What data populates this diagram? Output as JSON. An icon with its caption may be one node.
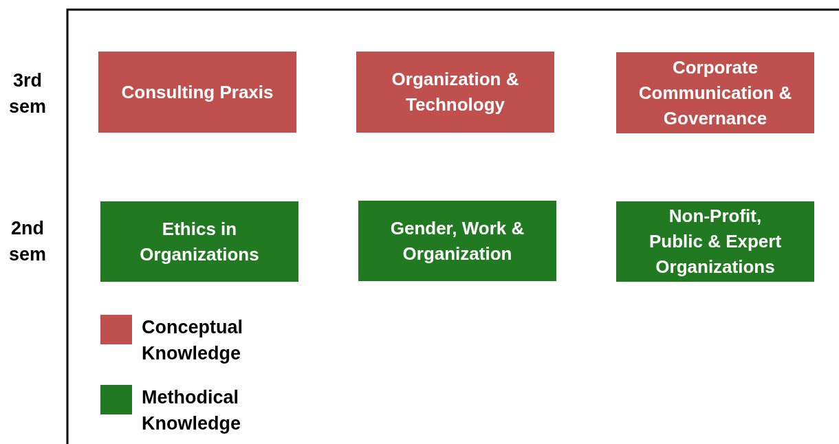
{
  "diagram": {
    "nodes": [
      {
        "text": [
          "Consulting Praxis"
        ]
      },
      {
        "text": [
          "Organization & Technology"
        ]
      },
      {
        "text": [
          "Corporate Communication & Governance"
        ]
      },
      {
        "text": [
          "Ethics in Organizations"
        ]
      },
      {
        "text": [
          "Gender, Work & Organization"
        ]
      },
      {
        "text": [
          "Non-Profit, Public & Expert Organizations"
        ]
      }
    ],
    "labels": [
      "3rd sem",
      "2nd sem"
    ],
    "legend": [
      {
        "text": "Conceptual Knowledge",
        "color": "#c0504d"
      },
      {
        "text": "Methodical Knowledge",
        "color": "#217a21"
      }
    ]
  }
}
